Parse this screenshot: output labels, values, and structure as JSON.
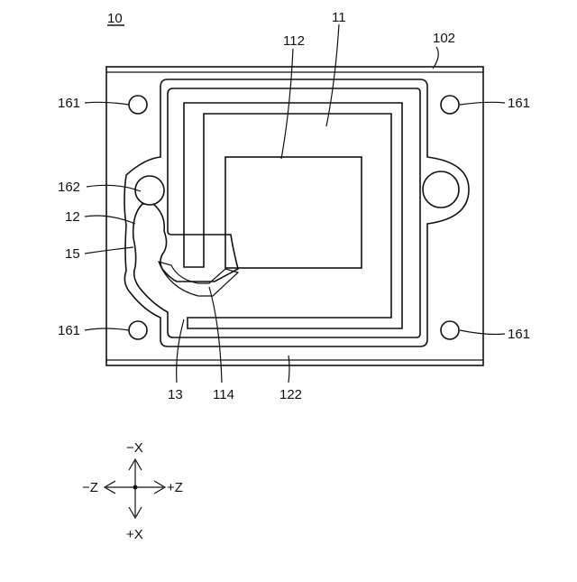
{
  "figure": {
    "number": "10",
    "labels": {
      "l11": "11",
      "l102": "102",
      "l112": "112",
      "l161_tl": "161",
      "l161_tr": "161",
      "l161_bl": "161",
      "l161_br": "161",
      "l162": "162",
      "l12": "12",
      "l15": "15",
      "l13": "13",
      "l114": "114",
      "l122": "122"
    },
    "axes": {
      "up": "−X",
      "down": "+X",
      "left": "−Z",
      "right": "+Z"
    }
  }
}
